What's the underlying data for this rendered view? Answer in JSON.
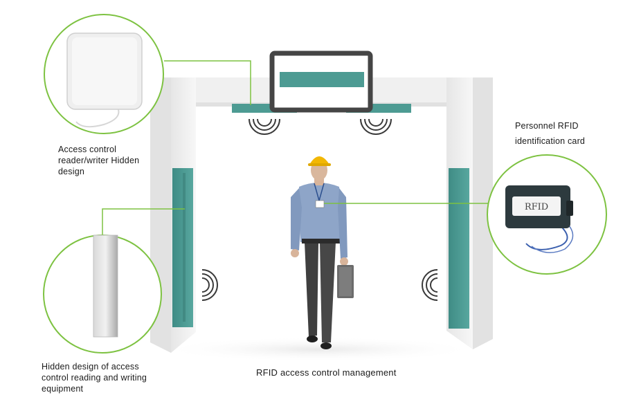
{
  "labels": {
    "reader": [
      "Access control",
      "reader/writer Hidden",
      "design"
    ],
    "hidden_equipment": [
      "Hidden design of access",
      "control reading and writing",
      "equipment"
    ],
    "card": [
      "Personnel RFID",
      "identification card"
    ],
    "center": "RFID access control management"
  },
  "card_text": "RFID",
  "colors": {
    "accent_green": "#7dc241",
    "teal": "#4d9b93",
    "gate_white": "#f3f3f3",
    "frame_dark": "#454545",
    "card_dark": "#2d3a3e",
    "lanyard": "#3a5fae",
    "helmet": "#f2b705"
  }
}
